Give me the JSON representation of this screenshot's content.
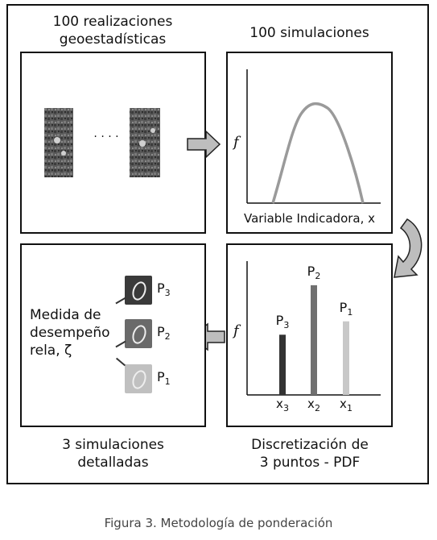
{
  "labels": {
    "top_left": "100 realizaciones\ngeoestadísticas",
    "top_right": "100 simulaciones",
    "bottom_left": "3 simulaciones\ndetalladas",
    "bottom_right": "Discretización de\n3 puntos - PDF"
  },
  "panel_tl": {
    "dots": "· · · ·"
  },
  "panel_tr": {
    "y_symbol": "f",
    "x_label": "Variable Indicadora, x"
  },
  "panel_br": {
    "y_symbol": "f",
    "bars": [
      {
        "name": "P3",
        "base": "P",
        "sub": "3",
        "x_base": "x",
        "x_sub": "3",
        "value": 0.45,
        "color": "#333333"
      },
      {
        "name": "P2",
        "base": "P",
        "sub": "2",
        "x_base": "x",
        "x_sub": "2",
        "value": 0.82,
        "color": "#707070"
      },
      {
        "name": "P1",
        "base": "P",
        "sub": "1",
        "x_base": "x",
        "x_sub": "1",
        "value": 0.55,
        "color": "#c8c8c8"
      }
    ]
  },
  "panel_bl": {
    "measure_text": "Medida de\ndesempeño\nrela, ζ",
    "items": [
      {
        "base": "P",
        "sub": "3",
        "color": "#3a3a3a"
      },
      {
        "base": "P",
        "sub": "2",
        "color": "#6a6a6a"
      },
      {
        "base": "P",
        "sub": "1",
        "color": "#c0c0c0"
      }
    ]
  },
  "caption": "Figura 3. Metodología de ponderación"
}
